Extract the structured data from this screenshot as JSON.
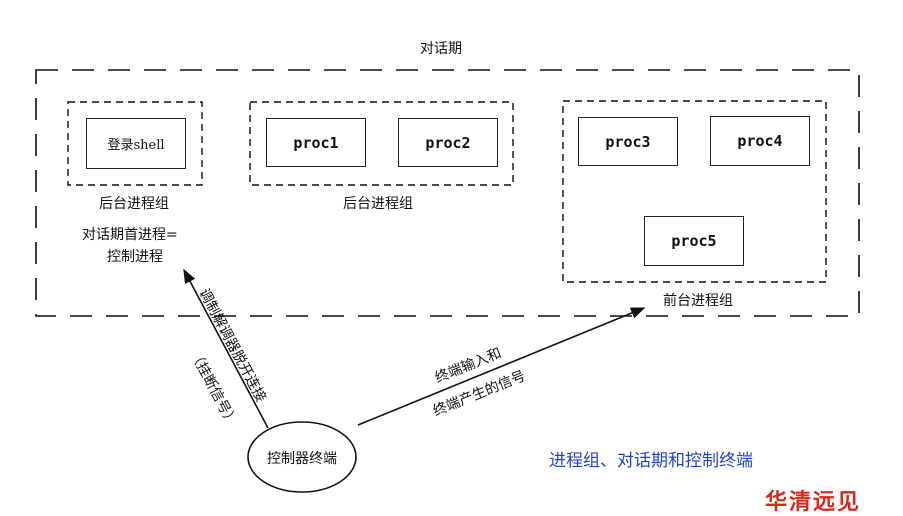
{
  "session_label": "对话期",
  "groups": {
    "bg_group1_label": "后台进程组",
    "bg_group2_label": "后台进程组",
    "fg_group_label": "前台进程组"
  },
  "boxes": {
    "login_shell": "登录shell",
    "proc1": "proc1",
    "proc2": "proc2",
    "proc3": "proc3",
    "proc4": "proc4",
    "proc5": "proc5"
  },
  "session_leader": {
    "line1": "对话期首进程=",
    "line2": "控制进程"
  },
  "terminal_label": "控制器终端",
  "arrow_hangup": {
    "line1": "调制解调器脱开连接",
    "line2": "（挂断信号）"
  },
  "arrow_input": {
    "line1": "终端输入和",
    "line2": "终端产生的信号"
  },
  "caption": "进程组、对话期和控制终端",
  "watermark": "华清远见",
  "colors": {
    "caption": "#2244cc",
    "watermark": "#d62a1e"
  }
}
